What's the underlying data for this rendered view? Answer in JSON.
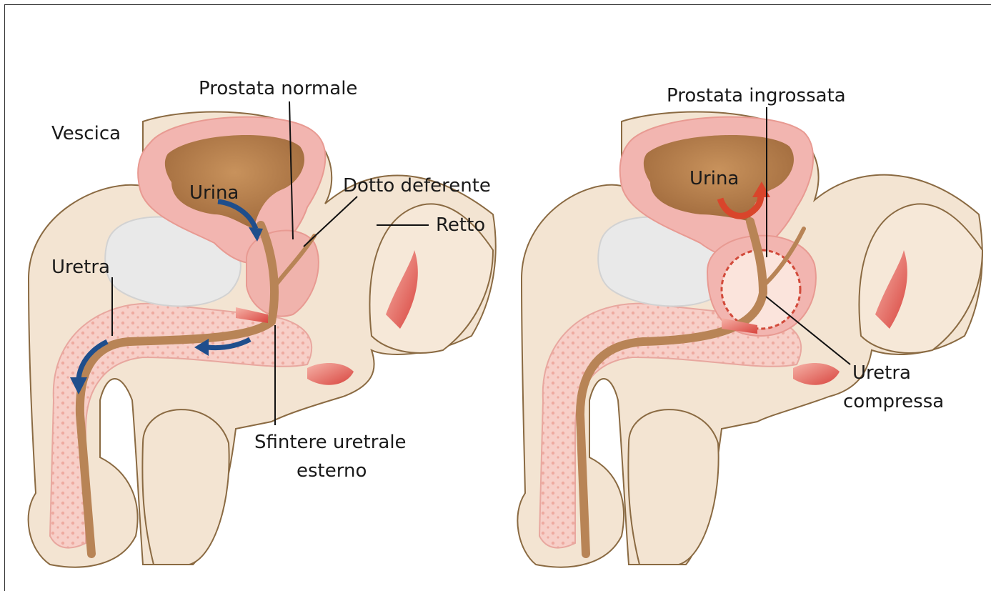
{
  "colors": {
    "skin": "#f3e4d2",
    "skin_outline": "#8a6a42",
    "bladder_wall": "#f2b5b0",
    "bladder_inner": "#b0784a",
    "urethra": "#b88456",
    "pubic_bone": "#e9e9e9",
    "spongy_tissue": "#f7cfc8",
    "muscle": "#e0504a",
    "normal_flow_arrow": "#1f4e8c",
    "blocked_flow_arrow": "#d9452b",
    "label_line": "#111111"
  },
  "left_panel": {
    "labels": {
      "bladder": "Vescica",
      "normal_prostate": "Prostata normale",
      "urine": "Urina",
      "vas_deferens": "Dotto deferente",
      "rectum": "Retto",
      "urethra": "Uretra",
      "sphincter_line1": "Sfintere uretrale",
      "sphincter_line2": "esterno"
    }
  },
  "right_panel": {
    "labels": {
      "enlarged_prostate": "Prostata ingrossata",
      "urine": "Urina",
      "compressed_line1": "Uretra",
      "compressed_line2": "compressa"
    }
  }
}
